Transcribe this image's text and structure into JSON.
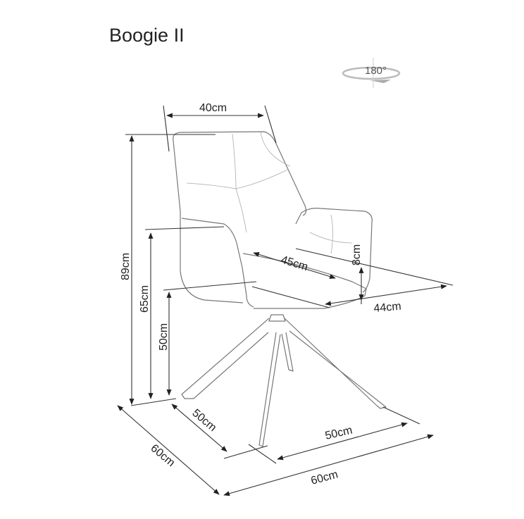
{
  "title": "Boogie II",
  "rotation": {
    "label": "180°",
    "icon": "rotate-icon"
  },
  "dimensions": {
    "back_width": "40cm",
    "total_height": "89cm",
    "armrest_height": "65cm",
    "seat_height": "50cm",
    "seat_depth": "45cm",
    "seat_thickness": "8cm",
    "seat_width": "44cm",
    "base_depth": "50cm",
    "total_depth": "60cm",
    "base_width": "50cm",
    "total_width": "60cm"
  },
  "colors": {
    "line": "#333333",
    "sketch": "#777777",
    "background": "#ffffff"
  }
}
